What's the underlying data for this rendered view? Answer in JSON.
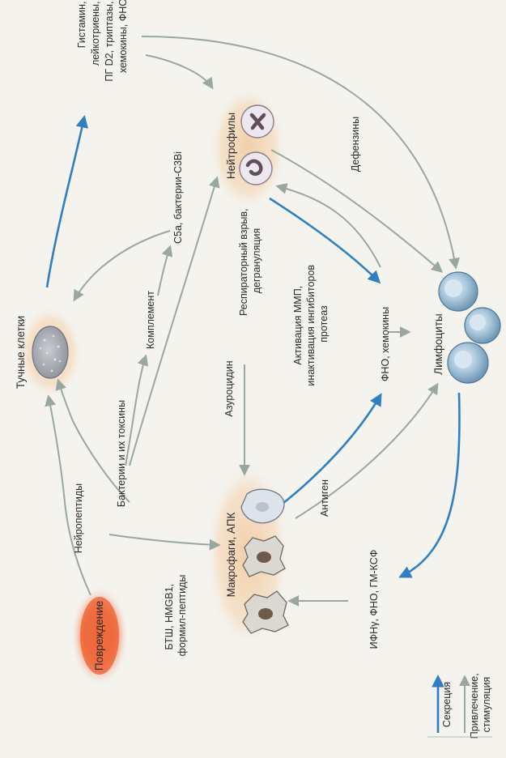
{
  "nodes": {
    "injury": "Повреждение",
    "mast_cells": "Тучные клетки",
    "neutrophils": "Нейтрофилы",
    "macrophages": "Макрофаги, АПК",
    "lymphocytes": "Лимфоциты"
  },
  "labels": {
    "mast_mediators": [
      "Гистамин,",
      "лейкотриены,",
      "ПГ D2, триптазы,",
      "хемокины, ФНО"
    ],
    "neuropeptides": "Нейропептиды",
    "bacteria": "Бактерии и их токсины",
    "complement": "Комплемент",
    "c5a": "С5а, бактерии-С3Вi",
    "defensins": "Дефензины",
    "resp_burst": [
      "Респираторный взрыв,",
      "дегрануляция"
    ],
    "azurocidin": "Азуроцидин",
    "mmp": [
      "Активация ММП,",
      "инактивация ингибиторов",
      "протеаз"
    ],
    "tnf_chemokines": "ФНО, хемокины",
    "antigen": "Антиген",
    "damp": [
      "БТШ, HMGB1,",
      "формил-пептиды"
    ],
    "ifn": "ИФНγ, ФНО, ГМ-КСФ"
  },
  "legend": {
    "secretion": "Секреция",
    "attraction": [
      "Привлечение,",
      "стимуляция"
    ]
  },
  "colors": {
    "secretion_arrow": "#2f7fc1",
    "attraction_arrow": "#9aa7a0",
    "injury_glow": "#ee6a3c",
    "cell_halo": "#f2d7b8",
    "lymphocyte": "#8fb2cc"
  }
}
